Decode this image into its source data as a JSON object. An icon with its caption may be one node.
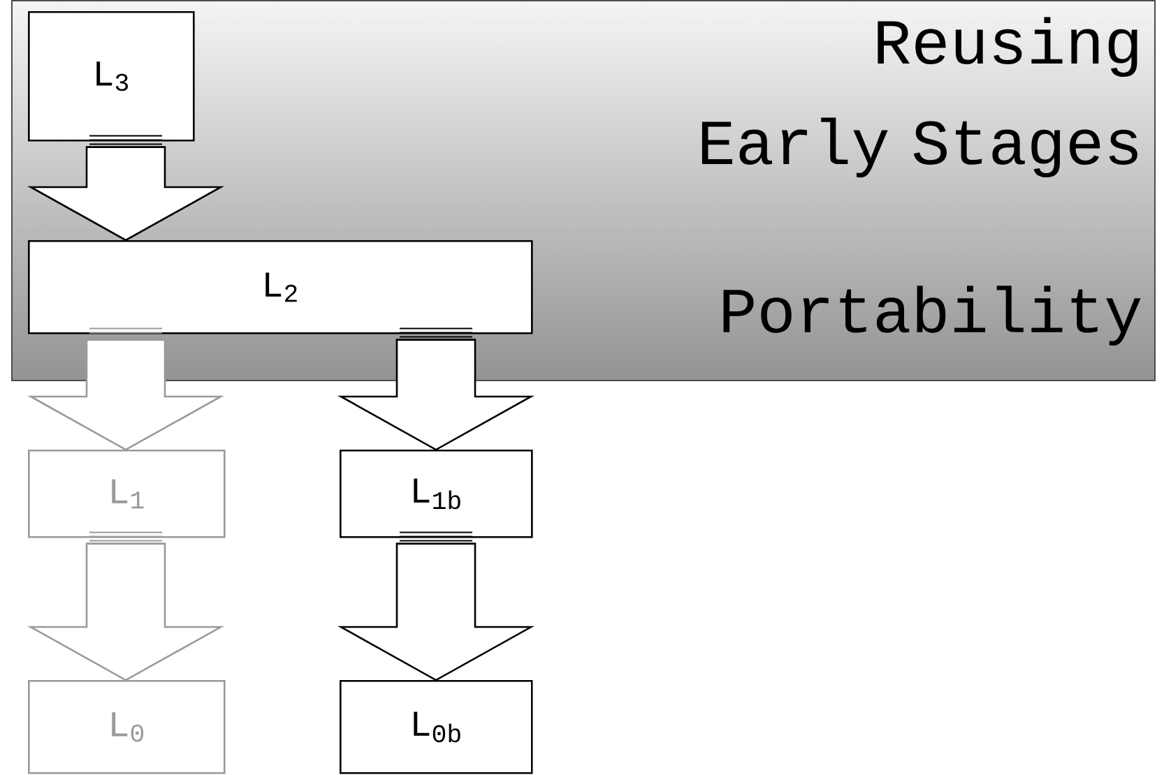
{
  "diagram": {
    "nodes": [
      {
        "text": [
          "Reusing Early Stages",
          "Portability"
        ]
      },
      {
        "text": [
          "L$_{3}$"
        ],
        "in": 0
      },
      {
        "text": [
          "L$_{2}$"
        ],
        "in": 0
      },
      {
        "text": [
          "L$_{1}$"
        ]
      },
      {
        "text": [
          "L$_{1b}$"
        ]
      },
      {
        "text": [
          "L$_{0}$"
        ]
      },
      {
        "text": [
          "L$_{0b}$"
        ]
      }
    ],
    "edges": [
      {
        "from": 1,
        "to": 2,
        "arrow": "to"
      },
      {
        "from": 2,
        "to": 3,
        "arrow": "to",
        "color": "#999999"
      },
      {
        "from": 2,
        "to": 4,
        "arrow": "to"
      },
      {
        "from": 3,
        "to": 5,
        "arrow": "to",
        "color": "#999999"
      },
      {
        "from": 4,
        "to": 6,
        "arrow": "to"
      }
    ]
  }
}
